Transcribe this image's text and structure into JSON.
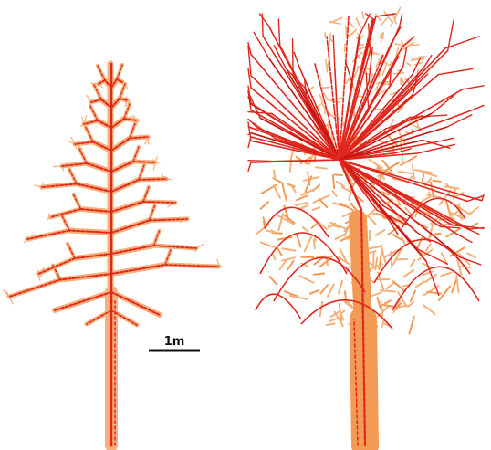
{
  "scale_bar": {
    "label": "1m"
  },
  "colors": {
    "background": "#ffffff",
    "skeleton": "#e0261d",
    "skeleton_dark": "#c9140f",
    "point_cloud": "#f6b07a",
    "point_cloud_dense": "#f39a55",
    "scale_bar": "#111111"
  },
  "trees": [
    {
      "id": "left",
      "description_shape": "sparse conifer-like tree skeleton"
    },
    {
      "id": "right",
      "description_shape": "dense broadleaf tree skeleton"
    }
  ]
}
